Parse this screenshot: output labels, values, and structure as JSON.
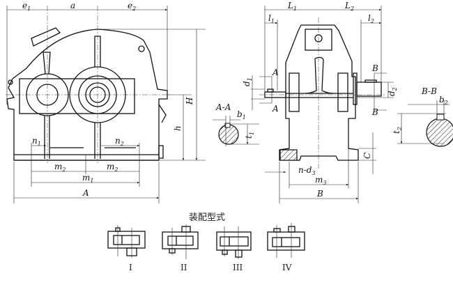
{
  "front_view": {
    "dims": {
      "e1": {
        "t": "e",
        "s": "1"
      },
      "a": {
        "t": "a",
        "s": ""
      },
      "e2": {
        "t": "e",
        "s": "2"
      },
      "H": {
        "t": "H",
        "s": ""
      },
      "h": {
        "t": "h",
        "s": ""
      },
      "n1": {
        "t": "n",
        "s": "1"
      },
      "n2": {
        "t": "n",
        "s": "2"
      },
      "m2_left": {
        "t": "m",
        "s": "2"
      },
      "m2_right": {
        "t": "m",
        "s": "2"
      },
      "m1": {
        "t": "m",
        "s": "1"
      },
      "A": {
        "t": "A",
        "s": ""
      }
    }
  },
  "side_view": {
    "dims": {
      "L1": {
        "t": "L",
        "s": "1"
      },
      "L2": {
        "t": "L",
        "s": "2"
      },
      "l1": {
        "t": "l",
        "s": "1"
      },
      "l2": {
        "t": "l",
        "s": "2"
      },
      "d1": {
        "t": "d",
        "s": "1"
      },
      "d2": {
        "t": "d",
        "s": "2"
      },
      "A_top": "A",
      "A_bottom": "A",
      "B_top": "B",
      "B_bottom": "B",
      "C": "C",
      "n_d3": {
        "t": "n-d",
        "s": "3"
      },
      "m3": {
        "t": "m",
        "s": "3"
      },
      "B": "B"
    }
  },
  "section_aa": {
    "title": "A-A",
    "b1": {
      "t": "b",
      "s": "1"
    },
    "t1": {
      "t": "t",
      "s": "1"
    }
  },
  "section_bb": {
    "title": "B-B",
    "b2": {
      "t": "b",
      "s": "2"
    },
    "t2": {
      "t": "t",
      "s": "2"
    }
  },
  "assembly": {
    "title": "装配型式",
    "types": [
      "I",
      "II",
      "III",
      "IV"
    ]
  }
}
